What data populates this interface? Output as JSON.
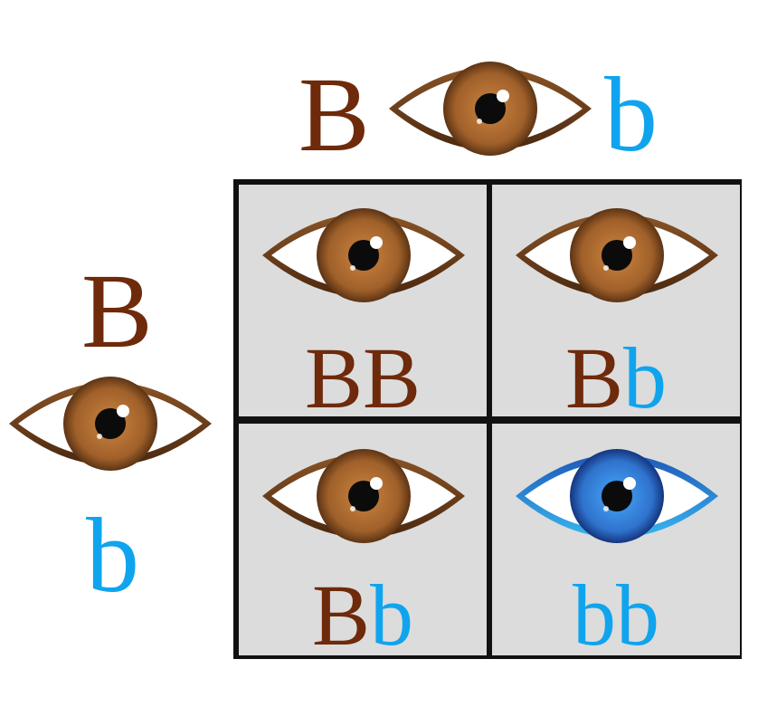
{
  "colors": {
    "dominant_allele": "#6e2a0a",
    "recessive_allele": "#10a4ee",
    "cell_fill": "#dcdcdc",
    "grid_line": "#111111",
    "brown_iris": "#a8672c",
    "blue_iris": "#2f7fd6"
  },
  "top_parent": {
    "allele_left": "B",
    "allele_right": "b",
    "eye_icon": "brown-eye-icon"
  },
  "left_parent": {
    "allele_top": "B",
    "allele_bottom": "b",
    "eye_icon": "brown-eye-icon"
  },
  "punnett": {
    "cells": [
      {
        "allele_1": "B",
        "allele_2": "B",
        "eye_icon": "brown-eye-icon"
      },
      {
        "allele_1": "B",
        "allele_2": "b",
        "eye_icon": "brown-eye-icon"
      },
      {
        "allele_1": "B",
        "allele_2": "b",
        "eye_icon": "brown-eye-icon"
      },
      {
        "allele_1": "b",
        "allele_2": "b",
        "eye_icon": "blue-eye-icon"
      }
    ]
  }
}
